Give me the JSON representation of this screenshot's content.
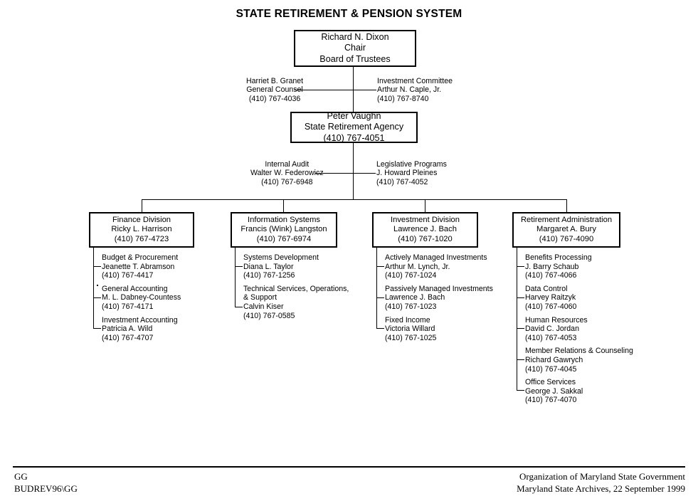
{
  "title": "STATE RETIREMENT & PENSION SYSTEM",
  "chart_data": {
    "type": "diagram",
    "diagram_type": "organization-chart",
    "title": "STATE RETIREMENT & PENSION SYSTEM"
  },
  "top_box": {
    "lines": [
      "Richard N. Dixon",
      "Chair",
      "Board of Trustees"
    ]
  },
  "agency_box": {
    "lines": [
      "Peter Vaughn",
      "State Retirement Agency",
      "(410) 767-4051"
    ]
  },
  "staff_tier_1": {
    "left": {
      "lines": [
        "Harriet B. Granet",
        "General Counsel",
        "(410) 767-4036"
      ]
    },
    "right": {
      "lines": [
        "Investment Committee",
        "Arthur N. Caple, Jr.",
        "(410) 767-8740"
      ]
    }
  },
  "staff_tier_2": {
    "left": {
      "lines": [
        "Internal Audit",
        "Walter W. Federowicz",
        "(410) 767-6948"
      ]
    },
    "right": {
      "lines": [
        "Legislative Programs",
        "J. Howard Pleines",
        "(410) 767-4052"
      ]
    }
  },
  "divisions": [
    {
      "box": {
        "lines": [
          "Finance Division",
          "Ricky L. Harrison",
          "(410) 767-4723"
        ]
      },
      "units": [
        {
          "lines": [
            "Budget & Procurement",
            "Jeanette T. Abramson",
            "(410) 767-4417"
          ]
        },
        {
          "lines": [
            "General Accounting",
            "M. L. Dabney-Countess",
            "(410) 767-4171"
          ]
        },
        {
          "lines": [
            "Investment Accounting",
            "Patricia A. Wild",
            "(410) 767-4707"
          ]
        }
      ]
    },
    {
      "box": {
        "lines": [
          "Information Systems",
          "Francis (Wink) Langston",
          "(410) 767-6974"
        ]
      },
      "units": [
        {
          "lines": [
            "Systems Development",
            "Diana L. Taylor",
            "(410) 767-1256"
          ]
        },
        {
          "lines": [
            "Technical Services, Operations,",
            "& Support",
            "Calvin Kiser",
            "(410) 767-0585"
          ]
        }
      ]
    },
    {
      "box": {
        "lines": [
          "Investment Division",
          "Lawrence J. Bach",
          "(410) 767-1020"
        ]
      },
      "units": [
        {
          "lines": [
            "Actively Managed Investments",
            "Arthur M. Lynch, Jr.",
            "(410) 767-1024"
          ]
        },
        {
          "lines": [
            "Passively Managed Investments",
            "Lawrence J. Bach",
            "(410) 767-1023"
          ]
        },
        {
          "lines": [
            "Fixed Income",
            "Victoria Willard",
            "(410) 767-1025"
          ]
        }
      ]
    },
    {
      "box": {
        "lines": [
          "Retirement Administration",
          "Margaret A. Bury",
          "(410) 767-4090"
        ]
      },
      "units": [
        {
          "lines": [
            "Benefits Processing",
            "J. Barry Schaub",
            "(410) 767-4066"
          ]
        },
        {
          "lines": [
            "Data Control",
            "Harvey Raitzyk",
            "(410) 767-4060"
          ]
        },
        {
          "lines": [
            "Human Resources",
            "David C. Jordan",
            "(410) 767-4053"
          ]
        },
        {
          "lines": [
            "Member Relations & Counseling",
            "Richard Gawrych",
            "(410) 767-4045"
          ]
        },
        {
          "lines": [
            "Office Services",
            "George J. Sakkal",
            "(410) 767-4070"
          ]
        }
      ]
    }
  ],
  "footer": {
    "left": [
      "GG",
      "BUDREV96\\GG"
    ],
    "right": [
      "Organization of Maryland State Government",
      "Maryland State Archives, 22 September 1999"
    ]
  }
}
